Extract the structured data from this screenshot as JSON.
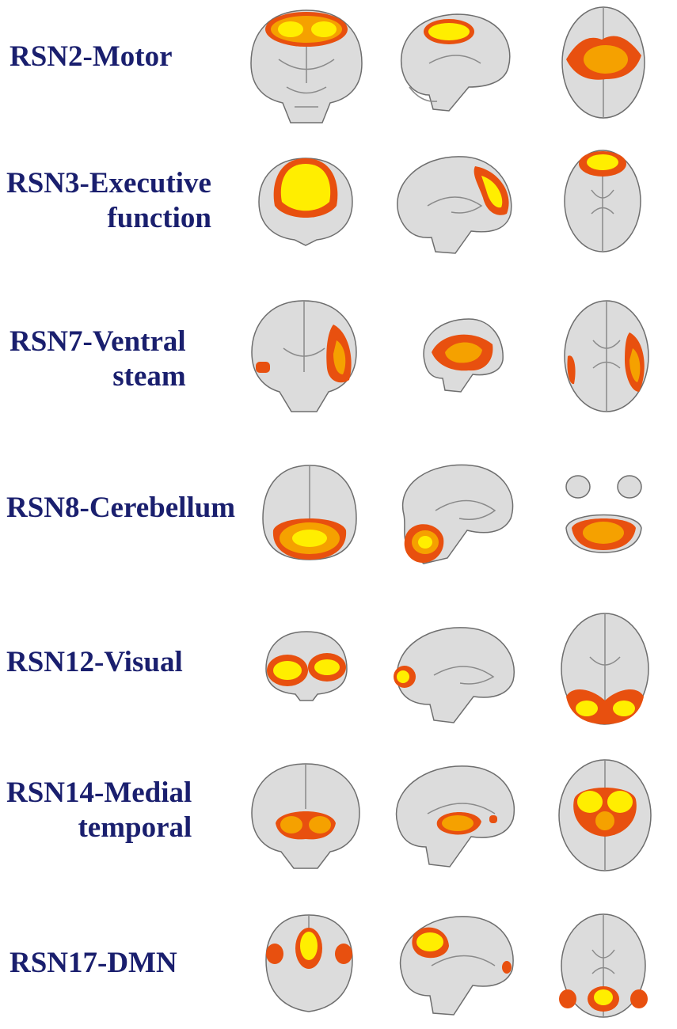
{
  "networks": [
    {
      "id": "rsn2",
      "line1": "RSN2-Motor",
      "line2": ""
    },
    {
      "id": "rsn3",
      "line1": "RSN3-Executive",
      "line2": "function"
    },
    {
      "id": "rsn7",
      "line1": "RSN7-Ventral",
      "line2": "steam"
    },
    {
      "id": "rsn8",
      "line1": "RSN8-Cerebellum",
      "line2": ""
    },
    {
      "id": "rsn12",
      "line1": "RSN12-Visual",
      "line2": ""
    },
    {
      "id": "rsn14",
      "line1": "RSN14-Medial",
      "line2": "temporal"
    },
    {
      "id": "rsn17",
      "line1": "RSN17-DMN",
      "line2": ""
    }
  ],
  "views": [
    "coronal",
    "sagittal",
    "axial"
  ],
  "colors": {
    "label": "#1a1f6e",
    "brain_fill": "#dcdcdc",
    "brain_outline": "#6e6e6e",
    "activation_outer": "#e8500f",
    "activation_mid": "#f5a100",
    "activation_core": "#ffee00"
  }
}
